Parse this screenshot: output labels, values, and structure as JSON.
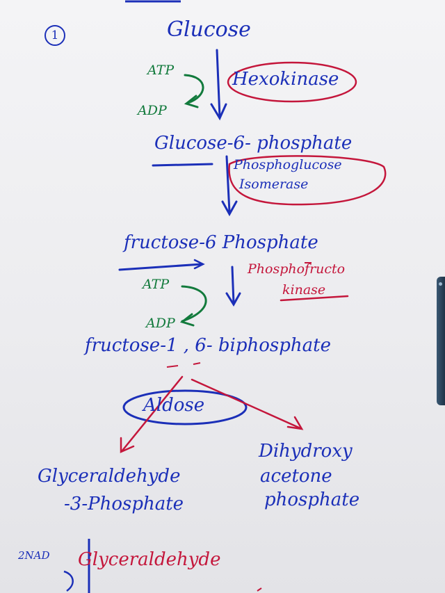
{
  "step_number": "1",
  "molecules": {
    "glucose": "Glucose",
    "g6p": "Glucose-6- phosphate",
    "f6p": "fructose-6 Phosphate",
    "f16bp": "fructose-1 , 6- biphosphate",
    "gap_line1": "Glyceraldehyde",
    "gap_line2": "-3-Phosphate",
    "dhap_line1": "Dihydroxy",
    "dhap_line2": "acetone",
    "dhap_line3": "phosphate",
    "bottom": "Glyceraldehyde"
  },
  "enzymes": {
    "hexokinase": "Hexokinase",
    "pgi_line1": "Phosphoglucose",
    "pgi_line2": "Isomerase",
    "pfk_line1": "Phosphofructo",
    "pfk_line2": "kinase",
    "aldose": "Aldose"
  },
  "cofactors": {
    "atp1": "ATP",
    "adp1": "ADP",
    "atp2": "ATP",
    "adp2": "ADP",
    "nad": "2NAD"
  },
  "colors": {
    "molecule": "#1b2fb8",
    "cofactor": "#127a3c",
    "enzyme": "#c4163b"
  }
}
